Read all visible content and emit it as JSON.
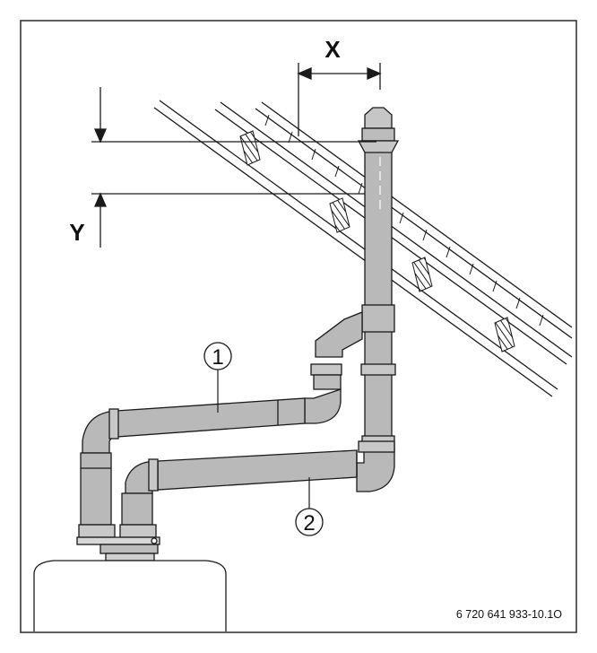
{
  "labels": {
    "x": "X",
    "y": "Y",
    "callout_1": "1",
    "callout_2": "2",
    "figure_code": "6 720 641 933-10.1O"
  },
  "colors": {
    "pipe_fill": "#b9b9b9",
    "pipe_fill_light": "#d0d0d0",
    "stroke": "#1a1a1a",
    "background": "#ffffff",
    "frame": "#2a2a2a"
  }
}
